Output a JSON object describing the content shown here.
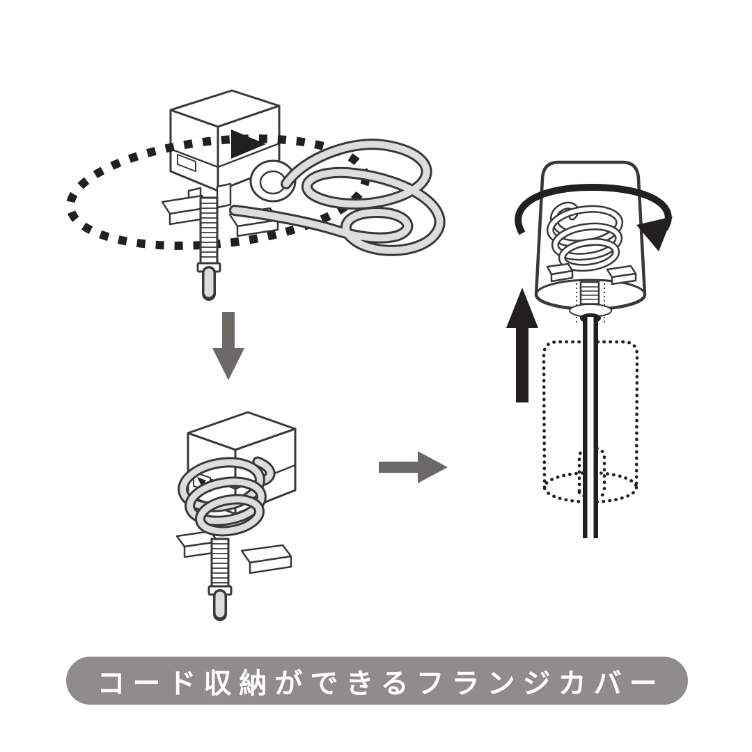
{
  "banner": {
    "label": "コード収納ができるフランジカバー",
    "background_color": "#8f8c8a",
    "text_color": "#ffffff"
  },
  "colors": {
    "background": "#ffffff",
    "line_art": "#3a3735",
    "cord_fill": "#dcdddd",
    "solid_black": "#221f1f",
    "step_arrow_gray": "#6b6866"
  },
  "icons": {
    "wrap_direction_arrow": "dashed-ellipse-with-solid-black-arrowhead",
    "step_down_arrow": "solid-gray-down-arrow",
    "step_right_arrow": "solid-gray-right-arrow",
    "lift_up_arrow": "solid-black-up-arrow",
    "rotate_arrow": "thick-black-circular-rotation-arrow"
  },
  "steps": [
    {
      "id": "step-1",
      "depicts": "cord-wound-around-ceiling-plug"
    },
    {
      "id": "step-2",
      "depicts": "cord-coiled-under-ceiling-plug"
    },
    {
      "id": "step-3",
      "depicts": "flange-cover-raised-over-coiled-cord"
    }
  ]
}
